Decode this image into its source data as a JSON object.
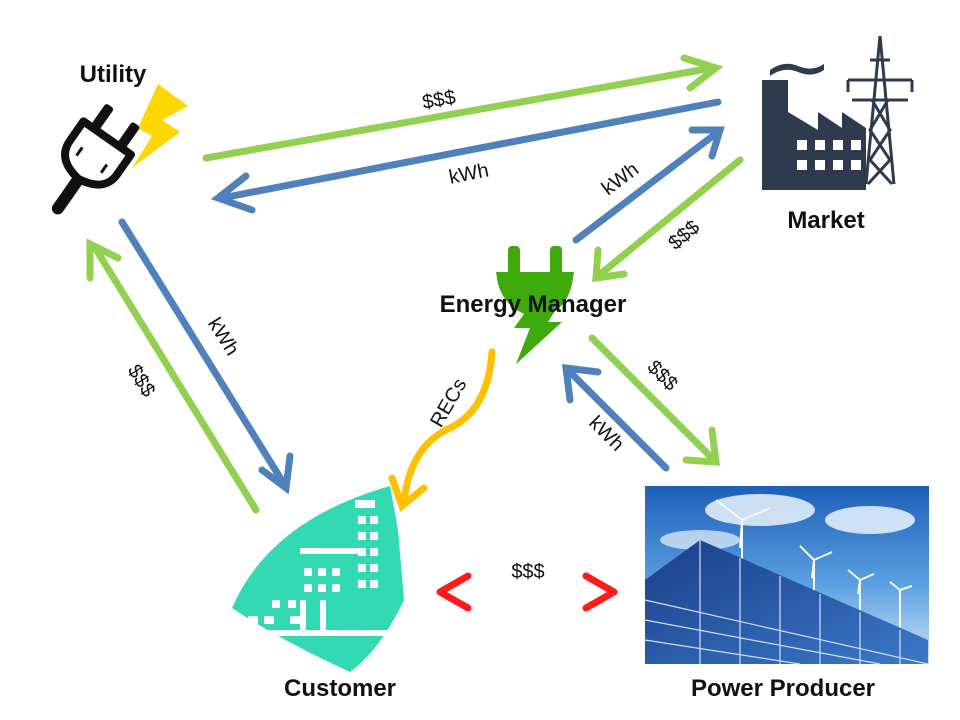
{
  "nodes": {
    "utility": {
      "label": "Utility"
    },
    "market": {
      "label": "Market"
    },
    "energy_manager": {
      "label": "Energy Manager"
    },
    "customer": {
      "label": "Customer"
    },
    "power_producer": {
      "label": "Power Producer"
    }
  },
  "flows": {
    "money": "$$$",
    "energy": "kWh",
    "recs": "RECs"
  },
  "colors": {
    "money_arrow": "#92d050",
    "energy_arrow": "#4f81bd",
    "recs_arrow": "#ffc000",
    "customer_icon": "#33d9b2",
    "market_icon": "#2e3b4e",
    "energy_manager_icon": "#3faa0e",
    "utility_bolt": "#ffd700",
    "exchange_left": "#ff1a1a",
    "exchange_mid": "#7aa020"
  },
  "icons": {
    "utility": "plug-lightning-icon",
    "market": "factory-power-tower-icon",
    "energy_manager": "green-plug-bolt-icon",
    "customer": "office-building-icon",
    "power_producer": "solar-panels-wind-turbines-photo"
  }
}
